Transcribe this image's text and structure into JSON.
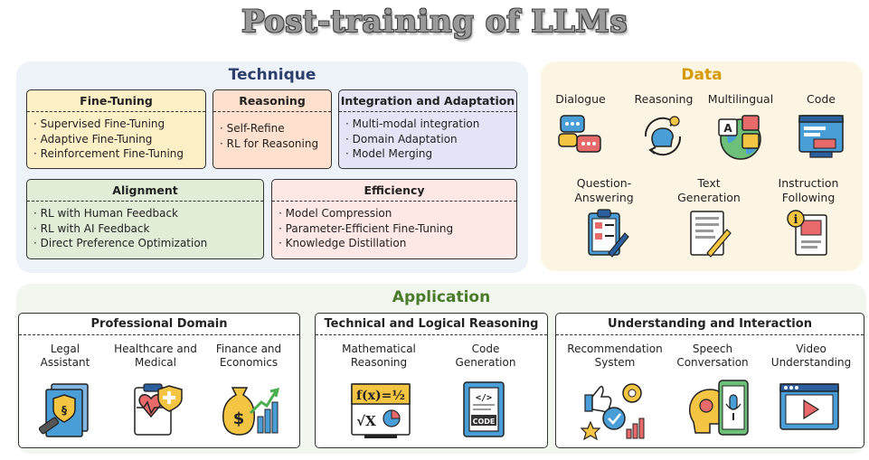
{
  "title": "Post-training of LLMs",
  "technique": {
    "title": "Technique",
    "boxes": [
      {
        "title": "Fine-Tuning",
        "items": [
          "Supervised Fine-Tuning",
          "Adaptive Fine-Tuning",
          "Reinforcement Fine-Tuning"
        ]
      },
      {
        "title": "Reasoning",
        "items": [
          "Self-Refine",
          "RL for Reasoning"
        ]
      },
      {
        "title": "Integration and Adaptation",
        "items": [
          "Multi-modal integration",
          "Domain Adaptation",
          "Model Merging"
        ]
      },
      {
        "title": "Alignment",
        "items": [
          "RL with Human Feedback",
          "RL with AI Feedback",
          "Direct Preference Optimization"
        ]
      },
      {
        "title": "Efficiency",
        "items": [
          "Model Compression",
          "Parameter-Efficient Fine-Tuning",
          "Knowledge Distillation"
        ]
      }
    ]
  },
  "data": {
    "title": "Data",
    "items": [
      {
        "label": "Dialogue",
        "icon": "dialogue-icon"
      },
      {
        "label": "Reasoning",
        "icon": "reasoning-icon"
      },
      {
        "label": "Multilingual",
        "icon": "multilingual-icon"
      },
      {
        "label": "Code",
        "icon": "code-icon"
      },
      {
        "label": "Question-\nAnswering",
        "icon": "qa-icon"
      },
      {
        "label": "Text\nGeneration",
        "icon": "text-generation-icon"
      },
      {
        "label": "Instruction\nFollowing",
        "icon": "instruction-icon"
      }
    ]
  },
  "application": {
    "title": "Application",
    "groups": [
      {
        "title": "Professional Domain",
        "items": [
          {
            "label": "Legal\nAssistant",
            "icon": "legal-icon"
          },
          {
            "label": "Healthcare and\nMedical",
            "icon": "healthcare-icon"
          },
          {
            "label": "Finance and\nEconomics",
            "icon": "finance-icon"
          }
        ]
      },
      {
        "title": "Technical and Logical Reasoning",
        "items": [
          {
            "label": "Mathematical\nReasoning",
            "icon": "math-icon",
            "formula": "f(x)=½",
            "radical": "√X"
          },
          {
            "label": "Code\nGeneration",
            "icon": "code-generation-icon",
            "tag": "</>",
            "caption": "CODE"
          }
        ]
      },
      {
        "title": "Understanding and Interaction",
        "items": [
          {
            "label": "Recommendation\nSystem",
            "icon": "recommendation-icon"
          },
          {
            "label": "Speech\nConversation",
            "icon": "speech-icon"
          },
          {
            "label": "Video\nUnderstanding",
            "icon": "video-icon"
          }
        ]
      }
    ]
  },
  "colors": {
    "technique_bg": "#eef2f9",
    "technique_title": "#2c3e6b",
    "data_bg": "#fdf5e4",
    "data_title": "#d49a00",
    "application_bg": "#f1f6ee",
    "application_title": "#4a7a2c",
    "fine_tuning": "#fdf0c6",
    "reasoning": "#fde0cd",
    "integration": "#e5e4f6",
    "alignment": "#e1edd7",
    "efficiency": "#fde8e6"
  },
  "icons": {
    "legal_letter": "§"
  }
}
